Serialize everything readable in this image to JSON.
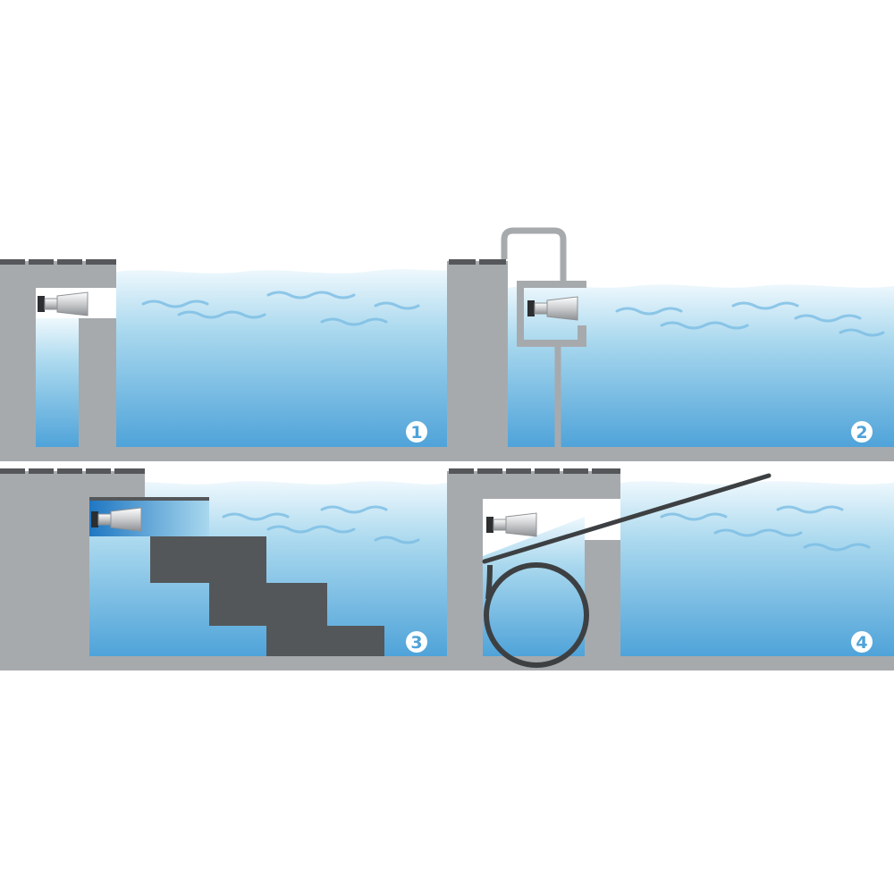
{
  "colors": {
    "concrete": "#a7aaad",
    "deck_tile": "#55575a",
    "water_top": "#eef8fd",
    "water_mid": "#a9d8ee",
    "water_bottom": "#4fa3d9",
    "wave": "#7bbde3",
    "stair": "#54575a",
    "cover": "#3d4042",
    "badge": "#ffffff",
    "badge_text": "#4fa3d9",
    "light_body": "#d9dbdd",
    "light_dark": "#2c2e30",
    "channel_blue": "#1f77c2"
  },
  "panels": [
    {
      "id": "panel-1",
      "number": "1",
      "variant": "wall-niche",
      "icon": "pool-light-icon"
    },
    {
      "id": "panel-2",
      "number": "2",
      "variant": "hanging-bracket",
      "icon": "pool-light-icon"
    },
    {
      "id": "panel-3",
      "number": "3",
      "variant": "stair-recess",
      "icon": "pool-light-icon"
    },
    {
      "id": "panel-4",
      "number": "4",
      "variant": "cover-box",
      "icon": "pool-light-icon"
    }
  ]
}
